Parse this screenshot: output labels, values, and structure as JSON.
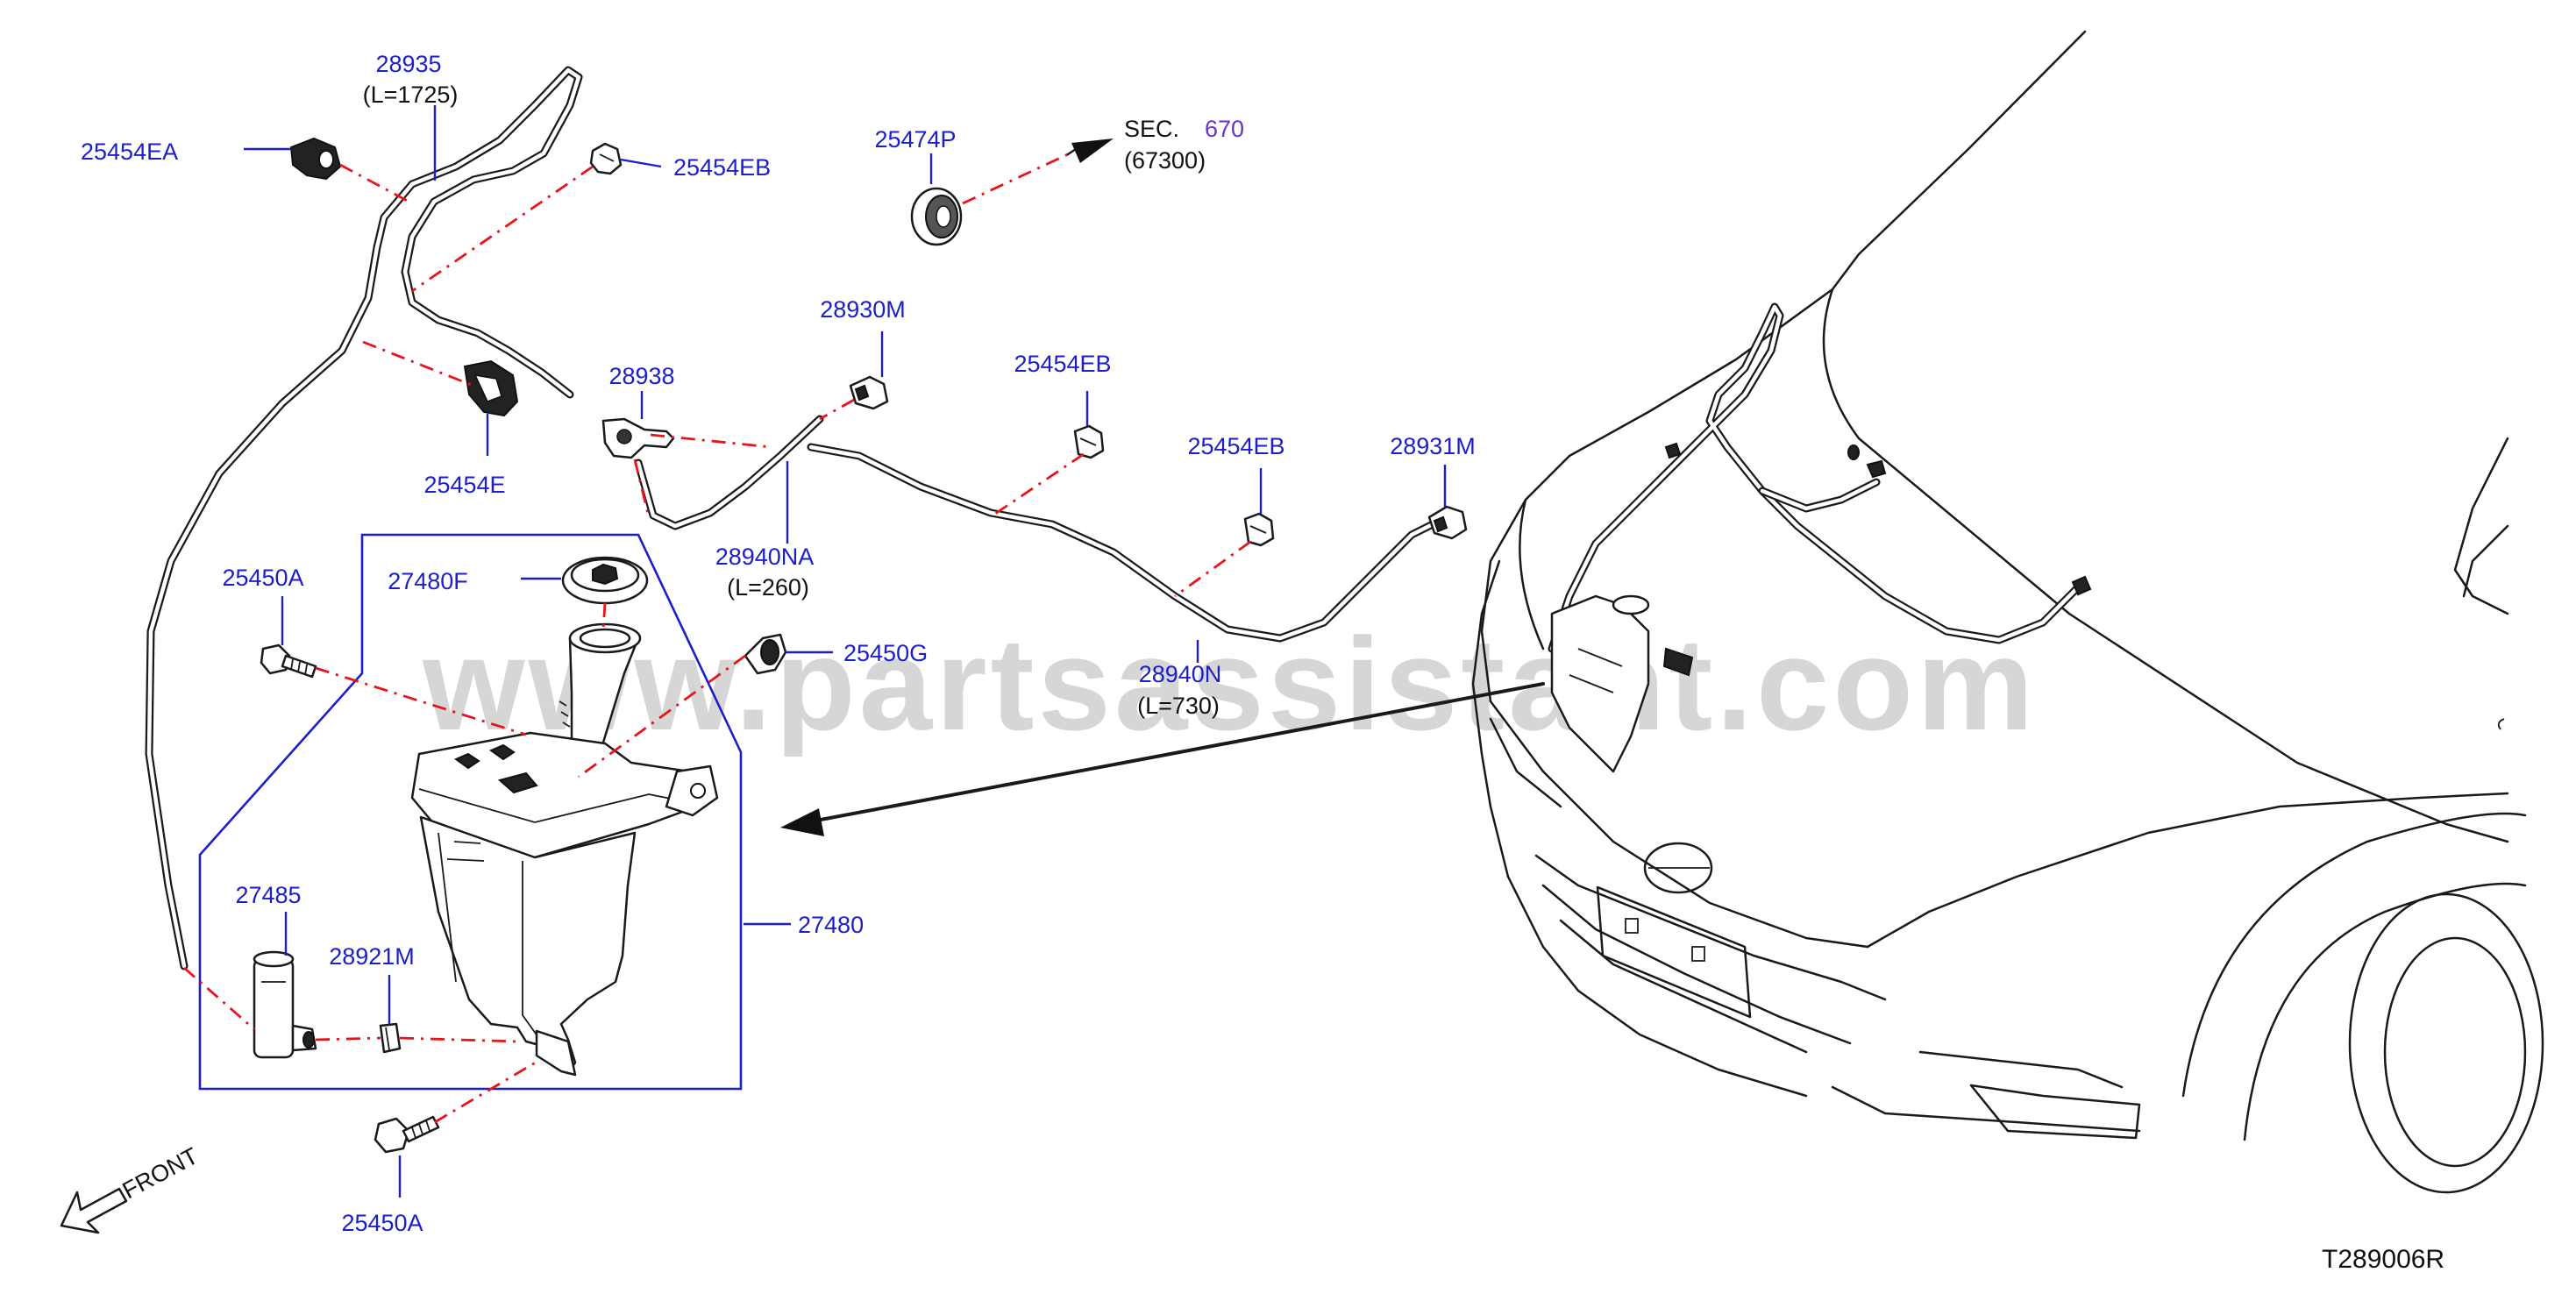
{
  "watermark": "www.partsassistant.com",
  "drawing_code": "T289006R",
  "front_label": "FRONT",
  "section_ref": {
    "prefix": "SEC.",
    "number": "670",
    "sub": "(67300)"
  },
  "parts": [
    {
      "id": "p28935",
      "number": "28935",
      "note": "(L=1725)"
    },
    {
      "id": "p25454EA",
      "number": "25454EA"
    },
    {
      "id": "p25454EB_a",
      "number": "25454EB"
    },
    {
      "id": "p25474P",
      "number": "25474P"
    },
    {
      "id": "p28930M",
      "number": "28930M"
    },
    {
      "id": "p28938",
      "number": "28938"
    },
    {
      "id": "p25454E",
      "number": "25454E"
    },
    {
      "id": "p25454EB_b",
      "number": "25454EB"
    },
    {
      "id": "p25454EB_c",
      "number": "25454EB"
    },
    {
      "id": "p28931M",
      "number": "28931M"
    },
    {
      "id": "p28940NA",
      "number": "28940NA",
      "note": "(L=260)"
    },
    {
      "id": "p25450A_a",
      "number": "25450A"
    },
    {
      "id": "p27480F",
      "number": "27480F"
    },
    {
      "id": "p25450G",
      "number": "25450G"
    },
    {
      "id": "p28940N",
      "number": "28940N",
      "note": "(L=730)"
    },
    {
      "id": "p27480",
      "number": "27480"
    },
    {
      "id": "p27485",
      "number": "27485"
    },
    {
      "id": "p28921M",
      "number": "28921M"
    },
    {
      "id": "p25450A_b",
      "number": "25450A"
    }
  ]
}
